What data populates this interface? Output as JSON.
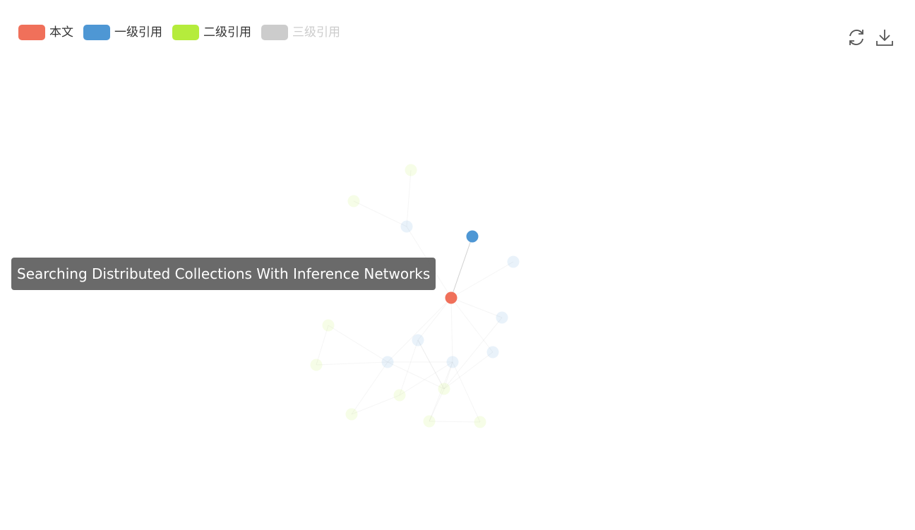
{
  "legend": {
    "items": [
      {
        "label": "本文",
        "color": "#f0705a",
        "active": true
      },
      {
        "label": "一级引用",
        "color": "#4e97d4",
        "active": true
      },
      {
        "label": "二级引用",
        "color": "#b5ec3c",
        "active": true
      },
      {
        "label": "三级引用",
        "color": "#cccccc",
        "active": false
      }
    ]
  },
  "toolbox": {
    "refresh_icon": "refresh-icon",
    "download_icon": "download-icon"
  },
  "tooltip": {
    "text": "Searching Distributed Collections With Inference Networks"
  },
  "colors": {
    "current": "#f0705a",
    "first": "#4e97d4",
    "second": "#b5ec3c",
    "third": "#cccccc",
    "edge": "#cccccc"
  },
  "graph": {
    "nodes": [
      {
        "id": "center",
        "level": "current",
        "highlight": true
      },
      {
        "id": "c1",
        "level": "first",
        "highlight": true
      },
      {
        "id": "c2",
        "level": "first",
        "highlight": false
      },
      {
        "id": "c3",
        "level": "first",
        "highlight": false
      },
      {
        "id": "c4",
        "level": "first",
        "highlight": false
      },
      {
        "id": "c5",
        "level": "first",
        "highlight": false
      },
      {
        "id": "c6",
        "level": "first",
        "highlight": false
      },
      {
        "id": "c7",
        "level": "first",
        "highlight": false
      },
      {
        "id": "c8",
        "level": "first",
        "highlight": false
      },
      {
        "id": "s1",
        "level": "second",
        "highlight": false
      },
      {
        "id": "s2",
        "level": "second",
        "highlight": false
      },
      {
        "id": "s3",
        "level": "second",
        "highlight": false
      },
      {
        "id": "s4",
        "level": "second",
        "highlight": false
      },
      {
        "id": "s5",
        "level": "second",
        "highlight": false
      },
      {
        "id": "s6",
        "level": "second",
        "highlight": false
      },
      {
        "id": "s7",
        "level": "second",
        "highlight": false
      },
      {
        "id": "s8",
        "level": "second",
        "highlight": false
      },
      {
        "id": "s9",
        "level": "second",
        "highlight": false
      }
    ],
    "edges": [
      {
        "source": "center",
        "target": "c1",
        "highlight": true
      },
      {
        "source": "center",
        "target": "c2",
        "highlight": false
      },
      {
        "source": "center",
        "target": "c3",
        "highlight": false
      },
      {
        "source": "center",
        "target": "c4",
        "highlight": false
      },
      {
        "source": "center",
        "target": "c5",
        "highlight": false
      },
      {
        "source": "center",
        "target": "c6",
        "highlight": false
      },
      {
        "source": "center",
        "target": "c7",
        "highlight": false
      },
      {
        "source": "center",
        "target": "c8",
        "highlight": false
      },
      {
        "source": "c3",
        "target": "s1",
        "highlight": false
      },
      {
        "source": "c3",
        "target": "s2",
        "highlight": false
      },
      {
        "source": "c6",
        "target": "s3",
        "highlight": false
      },
      {
        "source": "c6",
        "target": "s4",
        "highlight": false
      },
      {
        "source": "c6",
        "target": "s6",
        "highlight": false
      },
      {
        "source": "c7",
        "target": "s5",
        "highlight": false
      },
      {
        "source": "c7",
        "target": "s7",
        "highlight": false
      },
      {
        "source": "c7",
        "target": "s8",
        "highlight": false
      },
      {
        "source": "c7",
        "target": "s9",
        "highlight": false
      },
      {
        "source": "c4",
        "target": "s5",
        "highlight": false
      },
      {
        "source": "c5",
        "target": "s5",
        "highlight": false
      },
      {
        "source": "c8",
        "target": "s5",
        "highlight": false
      },
      {
        "source": "s3",
        "target": "s4",
        "highlight": false
      },
      {
        "source": "s6",
        "target": "s7",
        "highlight": false
      },
      {
        "source": "s8",
        "target": "s9",
        "highlight": false
      },
      {
        "source": "c6",
        "target": "c7",
        "highlight": false
      },
      {
        "source": "s5",
        "target": "s8",
        "highlight": false
      },
      {
        "source": "c8",
        "target": "s7",
        "highlight": false
      },
      {
        "source": "c8",
        "target": "s5",
        "highlight": false
      },
      {
        "source": "c6",
        "target": "s5",
        "highlight": false
      }
    ]
  }
}
